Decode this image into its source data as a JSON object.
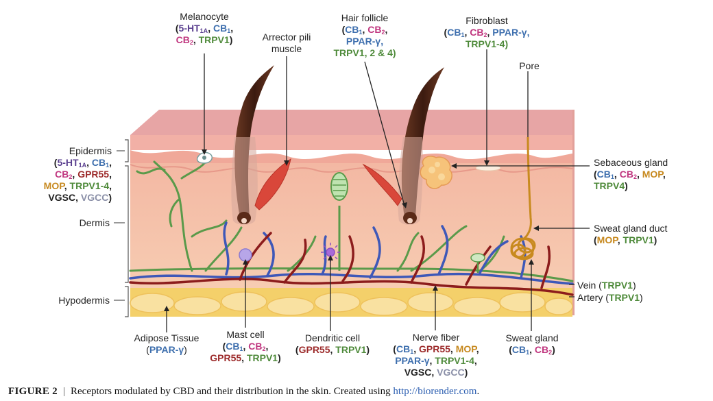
{
  "labels": {
    "melanocyte": {
      "title": "Melanocyte",
      "r1a": "5-HT",
      "r1a_sub": "1A",
      "r1b": ", ",
      "r1c": "CB",
      "r1c_sub": "1",
      "r1d": ",",
      "r2a": "CB",
      "r2a_sub": "2",
      "r2b": ", ",
      "r2c": "TRPV1",
      "r2d": ")",
      "open": "("
    },
    "arrector": {
      "l1": "Arrector pili",
      "l2": "muscle"
    },
    "hair_follicle": {
      "title": "Hair follicle",
      "open": "(",
      "r1a": "CB",
      "r1a_sub": "1",
      "r1b": ", ",
      "r1c": "CB",
      "r1c_sub": "2",
      "r1d": ",",
      "r2": "PPAR-γ,",
      "r3": "TRPV1, 2 & 4)"
    },
    "fibroblast": {
      "title": "Fibroblast",
      "open": "(",
      "r1a": "CB",
      "r1a_sub": "1",
      "r1b": ", ",
      "r1c": "CB",
      "r1c_sub": "2",
      "r1d": ", ",
      "r1e": "PPAR-γ,",
      "r2": "TRPV1-4)"
    },
    "pore": {
      "title": "Pore"
    },
    "epidermis": {
      "title": "Epidermis",
      "open": "(",
      "r1a": "5-HT",
      "r1a_sub": "1A",
      "r1b": ", ",
      "r1c": "CB",
      "r1c_sub": "1",
      "r1d": ",",
      "r2a": "CB",
      "r2a_sub": "2",
      "r2b": ", ",
      "r2c": "GPR55",
      "r2d": ",",
      "r3a": "MOP",
      "r3b": ", ",
      "r3c": "TRPV1-4",
      "r3d": ",",
      "r4a": "VGSC",
      "r4b": ", ",
      "r4c": "VGCC",
      "r4d": ")"
    },
    "dermis": {
      "title": "Dermis"
    },
    "hypodermis": {
      "title": "Hypodermis"
    },
    "sebaceous": {
      "title": "Sebaceous gland",
      "open": "(",
      "r1a": "CB",
      "r1a_sub": "1",
      "r1b": ", ",
      "r1c": "CB",
      "r1c_sub": "2",
      "r1d": ", ",
      "r1e": "MOP",
      "r1f": ",",
      "r2": "TRPV4",
      "r2d": ")"
    },
    "sweat_duct": {
      "title": "Sweat gland duct",
      "open": "(",
      "r1a": "MOP",
      "r1b": ", ",
      "r1c": "TRPV1",
      "r1d": ")"
    },
    "vein": {
      "title": "Vein (",
      "r": "TRPV1",
      "close": ")"
    },
    "artery": {
      "title": "Artery (",
      "r": "TRPV1",
      "close": ")"
    },
    "adipose": {
      "title": "Adipose Tissue",
      "open": "(",
      "r": "PPAR-γ",
      "close": ")"
    },
    "mast": {
      "title": "Mast cell",
      "open": "(",
      "r1a": "CB",
      "r1a_sub": "1",
      "r1b": ", ",
      "r1c": "CB",
      "r1c_sub": "2",
      "r1d": ",",
      "r2a": "GPR55",
      "r2b": ", ",
      "r2c": "TRPV1",
      "r2d": ")"
    },
    "dendritic": {
      "title": "Dendritic cell",
      "open": "(",
      "r1a": "GPR55",
      "r1b": ", ",
      "r1c": "TRPV1",
      "r1d": ")"
    },
    "nerve": {
      "title": "Nerve fiber",
      "open": "(",
      "r1a": "CB",
      "r1a_sub": "1",
      "r1b": ", ",
      "r1c": "GPR55",
      "r1d": ", ",
      "r1e": "MOP",
      "r1f": ",",
      "r2a": "PPAR-γ",
      "r2b": ", ",
      "r2c": "TRPV1-4",
      "r2d": ",",
      "r3a": "VGSC",
      "r3b": ", ",
      "r3c": "VGCC",
      "r3d": ")"
    },
    "sweat_gland": {
      "title": "Sweat gland",
      "open": "(",
      "r1a": "CB",
      "r1a_sub": "1",
      "r1b": ", ",
      "r1c": "CB",
      "r1c_sub": "2",
      "r1d": ")"
    }
  },
  "caption": {
    "figure": "FIGURE 2",
    "separator": "|",
    "text": "Receptors modulated by CBD and their distribution in the skin. Created using ",
    "link": "http://biorender.com",
    "end": "."
  },
  "colors": {
    "epidermis_top": "#e9a9a6",
    "epidermis": "#f0b3a3",
    "dermis": "#f5c3ac",
    "hypodermis": "#f6d97a",
    "nerve_green": "#5a9a4a",
    "vein_blue": "#3e58b8",
    "artery_red": "#8c1c1c",
    "hair": "#4a2416",
    "muscle": "#d9473a",
    "sweat_gland": "#c88a1f"
  }
}
